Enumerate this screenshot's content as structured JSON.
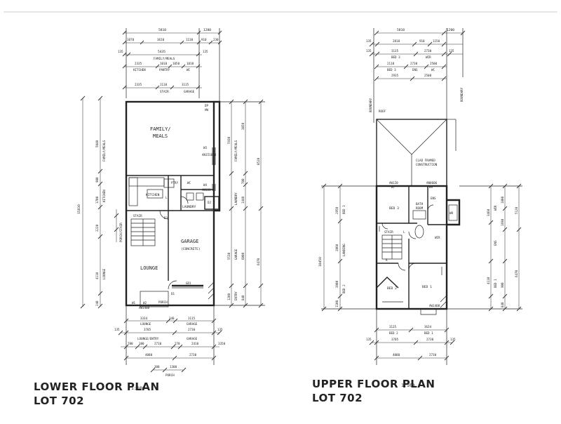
{
  "lower": {
    "title": "LOWER FLOOR PLAN",
    "scale": "1:100",
    "lot": "LOT 702",
    "rooms": {
      "family": "FAMILY/",
      "meals": "MEALS",
      "kitchen": "KITCHEN",
      "pantry": "PTRY",
      "laundry": "LAUNDRY",
      "garage": "GARAGE",
      "garage_sub": "(CONCRETE)",
      "lounge": "LOUNGE",
      "porch": "PORCH",
      "stair": "STAIR",
      "wc": "WC",
      "lines": "L"
    },
    "labels": {
      "window_w3": "W3",
      "window_w4": "W4",
      "window_w2": "W2",
      "w3_size": "AN15181B",
      "w4_size": "AN120",
      "gd1": "GD1",
      "d1": "D1",
      "d2": "D2",
      "d3": "D3",
      "w1": "W1",
      "dp": "DP",
      "hw": "HW",
      "an1408": "AW1408"
    },
    "top_dims": {
      "row1": [
        "5810",
        "1200"
      ],
      "row2": [
        "1070",
        "3610",
        "1130",
        "910",
        "230"
      ],
      "row3": [
        "135",
        "5435",
        "135"
      ],
      "row3_label": "FAMILY/MEALS",
      "row4": [
        "2335",
        "1010",
        "1050",
        "1010"
      ],
      "row4_labels": [
        "KITCHEN",
        "PANTRY",
        "WC"
      ],
      "row5": [
        "2335",
        "1110",
        "3115"
      ],
      "row5_labels": [
        "STAIR",
        "GARAGE"
      ]
    },
    "left_dims": {
      "outer": "15830",
      "seg": [
        "5040",
        "900",
        "1700",
        "2220",
        "4110",
        "240"
      ],
      "seg_labels": [
        "FAMILY/MEALS",
        "KITCHEN",
        "PORCH/STAIR",
        "LOUNGE"
      ]
    },
    "right_dims": {
      "outer_a": "8520",
      "outer_b": "6470",
      "seg_a": [
        "3850",
        "5930",
        "780",
        "1440",
        "3600"
      ],
      "seg_b": [
        "6000",
        "5530",
        "1200",
        "840"
      ],
      "seg_labels": [
        "FAMILY/MEALS",
        "LAUNDRY",
        "GARAGE",
        "ENTRY"
      ]
    },
    "bottom_dims": {
      "row1": [
        "3334",
        "240",
        "3115"
      ],
      "row1_labels": [
        "LOUNGE",
        "GARAGE"
      ],
      "row2": [
        "135",
        "3705",
        "2730",
        "135"
      ],
      "row3": [
        "780",
        "380",
        "2710",
        "270",
        "2410",
        "3350"
      ],
      "row3_labels": [
        "LOUNGE/ENTRY",
        "GARAGE"
      ],
      "row4": [
        "4080",
        "2730"
      ],
      "row5": [
        "300",
        "1300"
      ],
      "row5_labels": [
        "PORCH"
      ]
    }
  },
  "upper": {
    "title": "UPPER FLOOR PLAN",
    "scale": "1:100",
    "lot": "LOT 702",
    "rooms": {
      "bed1": "BED 1",
      "bed2": "BED 2",
      "bed3": "BED 3",
      "bath": "BATH",
      "bath2": "ROOM",
      "wir": "WIR",
      "ens": "ENS",
      "stair": "STAIR",
      "linen": "L",
      "robe": "R"
    },
    "labels": {
      "boundary_left": "BOUNDARY",
      "boundary_right": "BOUNDARY",
      "clad": "CLAD FRAMED",
      "clad2": "CONSTRUCTION",
      "an120": "AW120",
      "w7": "W7",
      "w8": "W8",
      "w9": "W9",
      "an1408": "AW1408",
      "an0606": "AN0606",
      "roof": "ROOF"
    },
    "top_dims": {
      "row1": [
        "5810",
        "1200"
      ],
      "row2": [
        "135",
        "2810",
        "910",
        "1150"
      ],
      "row3": [
        "135",
        "3135",
        "2730",
        "135"
      ],
      "row3_labels": [
        "BED 3",
        "WIR"
      ],
      "row4": [
        "2110",
        "2730",
        "2500"
      ],
      "row4_labels": [
        "BED 3",
        "ENS",
        "WC"
      ],
      "row5": [
        "2935",
        "2500"
      ],
      "row5_labels": [
        "STAIR",
        "WIR"
      ]
    },
    "left_dims": {
      "outer": "10450",
      "seg": [
        "2950",
        "2060",
        "3900",
        "1100"
      ],
      "seg_labels": [
        "BED 3",
        "LANDING",
        "BED 2"
      ]
    },
    "right_dims": {
      "outer_a": "5120",
      "outer_b": "6470",
      "seg": [
        "3460",
        "1800",
        "1690",
        "4110",
        "900",
        "840"
      ],
      "seg_labels": [
        "WIR",
        "ENS",
        "BED 1"
      ]
    },
    "bottom_dims": {
      "row1": [
        "3135",
        "3634"
      ],
      "row1_labels": [
        "BED 2",
        "BED 1"
      ],
      "row2": [
        "135",
        "3705",
        "2730",
        "135"
      ],
      "row3": [
        "4080",
        "2730"
      ]
    }
  }
}
